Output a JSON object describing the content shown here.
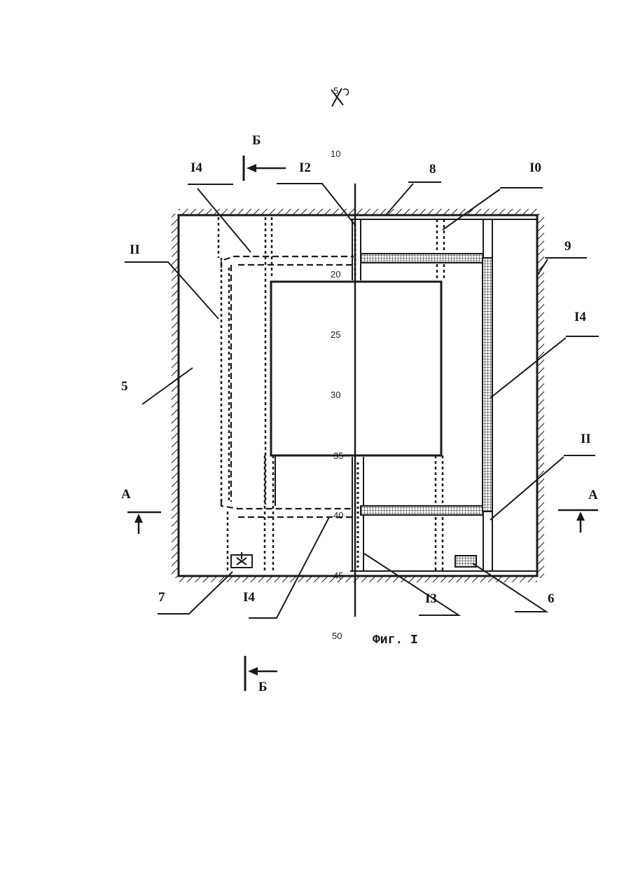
{
  "header_mark": "5",
  "caption": "Фиг. I",
  "section_marks": {
    "b_top": "Б",
    "b_bottom": "Б",
    "a_left": "А",
    "a_right": "А"
  },
  "scale_numbers": [
    "10",
    "20",
    "25",
    "30",
    "35",
    "40",
    "45",
    "50"
  ],
  "labels": {
    "l14_top": "I4",
    "l12": "I2",
    "l8": "8",
    "l10": "I0",
    "l11_left": "II",
    "l9": "9",
    "l14_right": "I4",
    "l5": "5",
    "l11_right": "II",
    "l7": "7",
    "l14_bottom": "I4",
    "l13": "I3",
    "l6": "6"
  }
}
